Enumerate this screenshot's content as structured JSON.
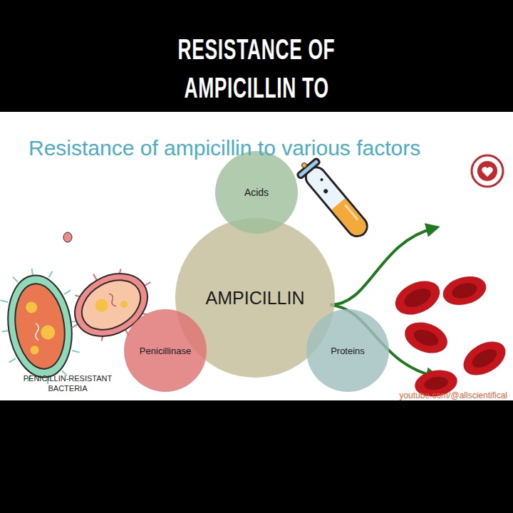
{
  "diagram": {
    "title": "RESISTANCE OF AMPICILLIN TO VARIOUS FACTORS",
    "nodes": [
      {
        "text": [
          "Acids"
        ]
      },
      {
        "text": [
          "AMPICILLIN"
        ]
      },
      {
        "text": [
          "Penicillinase"
        ]
      },
      {
        "text": [
          "Proteins"
        ]
      }
    ],
    "labels": [
      "Resistance of ampicillin to various factors",
      "PENICILLIN-RESISTANT BACTERIA",
      "youtube.com/@allscientifical"
    ]
  }
}
